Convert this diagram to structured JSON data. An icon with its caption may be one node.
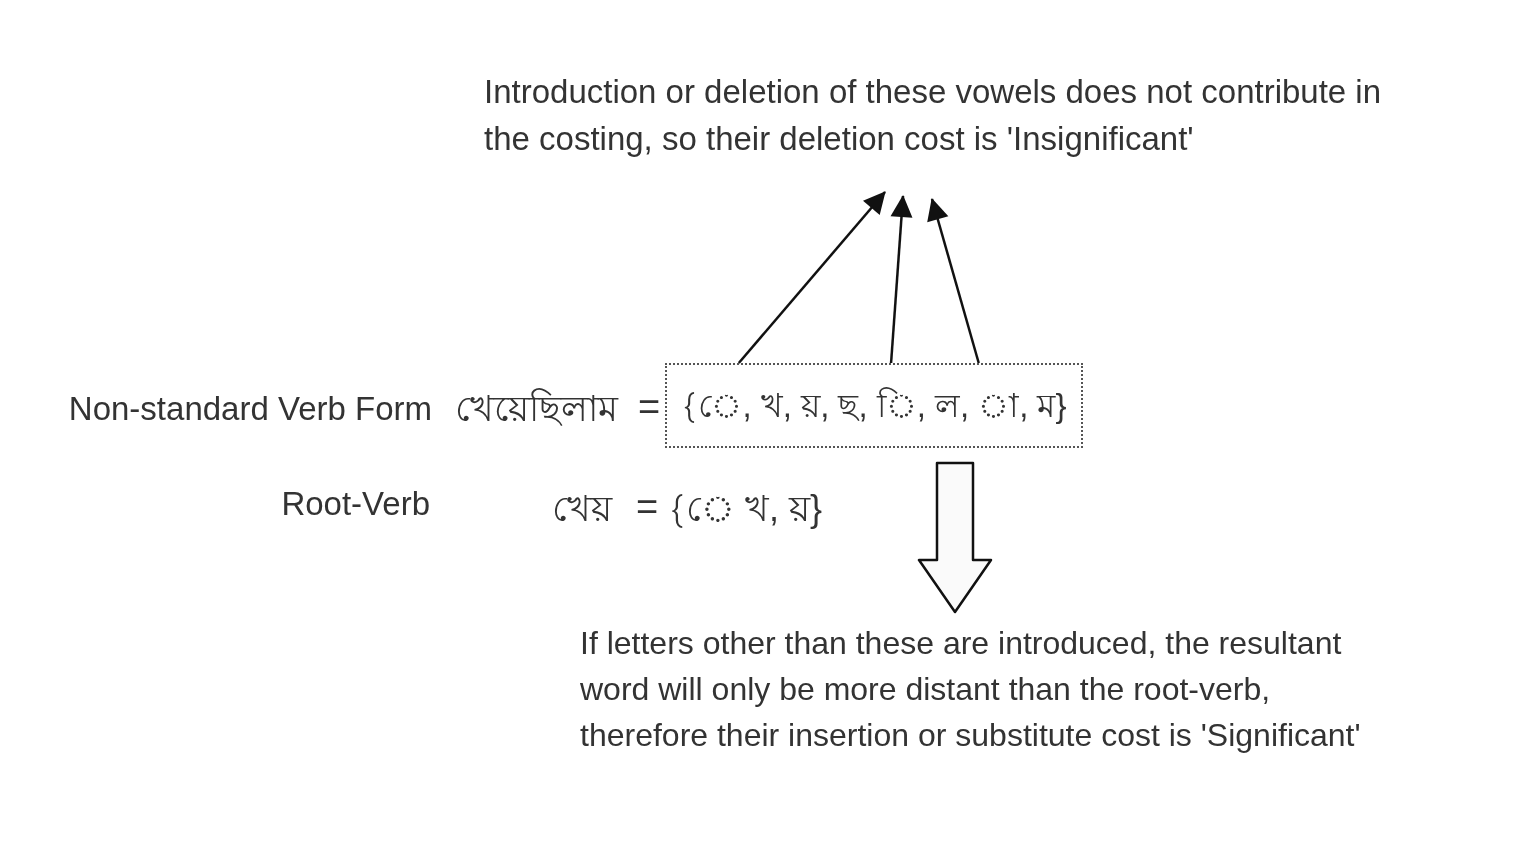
{
  "diagram": {
    "nodes": [
      {
        "text": [
          "Introduction or deletion of these vowels does not contribute in the costing, so their deletion cost is 'Insignificant'"
        ]
      },
      {
        "text": [
          "{ে, খ, য়, ছ, ি, ল, া, ম}"
        ]
      },
      {
        "text": [
          "If letters other than these are introduced, the resultant word will only be more distant than the root-verb, therefore their insertion or substitute cost is 'Significant'"
        ]
      }
    ],
    "edges": [
      {
        "from": 1,
        "to": 0,
        "arrow": "to"
      },
      {
        "from": 1,
        "to": 0,
        "arrow": "to"
      },
      {
        "from": 1,
        "to": 0,
        "arrow": "to"
      },
      {
        "from": 1,
        "to": 2,
        "arrow": "to",
        "style": "thick"
      }
    ],
    "labels": [
      "Non-standard Verb Form",
      "খেয়েছিলাম",
      "=",
      "Root-Verb",
      "খেয়",
      "=",
      "{ে খ, য়}"
    ]
  }
}
